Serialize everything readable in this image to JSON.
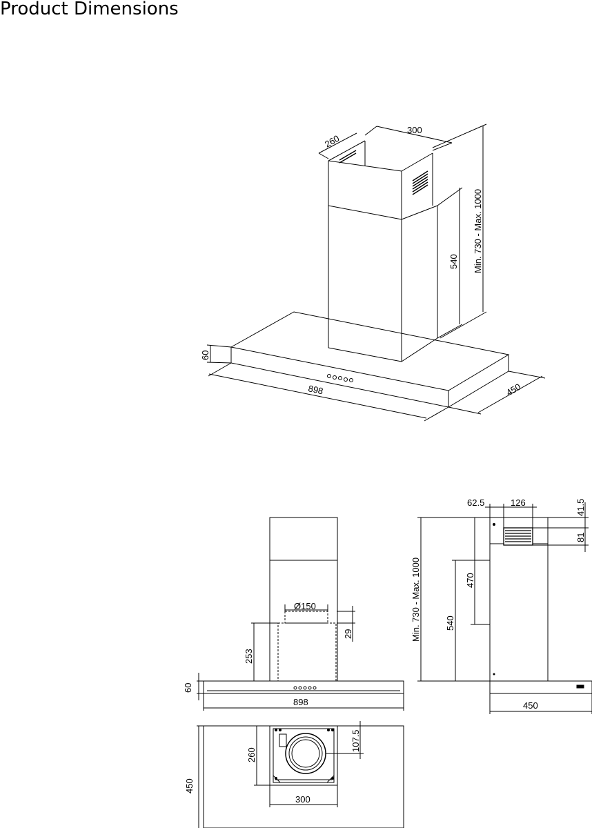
{
  "title": "Product Dimensions",
  "iso": {
    "d260": "260",
    "d300": "300",
    "d540": "540",
    "dRange": "Min. 730  -  Max. 1000",
    "d60": "60",
    "d898": "898",
    "d450": "450"
  },
  "front": {
    "dPhi150": "Ø150",
    "d29": "29",
    "d253": "253",
    "d60": "60",
    "d898": "898"
  },
  "side": {
    "d625": "62.5",
    "d126": "126",
    "d415": "41.5",
    "d81": "81",
    "dRange": "Min. 730  -  Max. 1000",
    "d470": "470",
    "d540": "540",
    "d450": "450"
  },
  "top": {
    "d1075": "107.5",
    "d260": "260",
    "d450": "450",
    "d300": "300"
  }
}
